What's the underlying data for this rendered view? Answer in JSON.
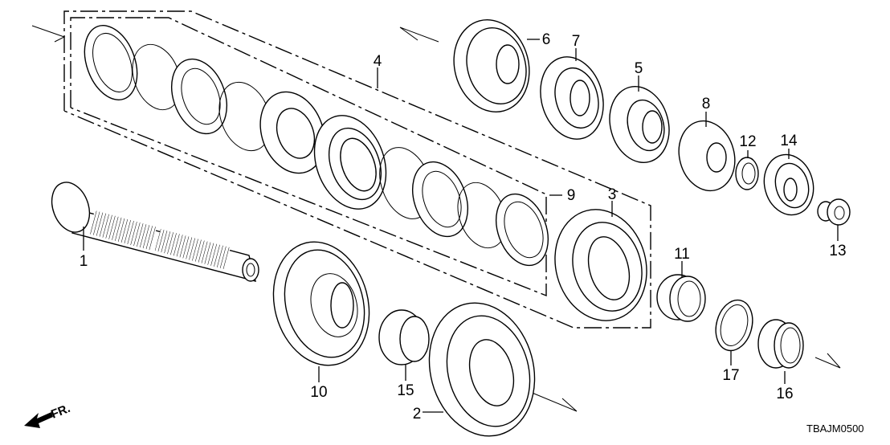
{
  "diagram": {
    "code": "TBAJM0500",
    "direction_label": "FR.",
    "callouts": [
      "1",
      "2",
      "3",
      "4",
      "5",
      "6",
      "7",
      "8",
      "9",
      "10",
      "11",
      "12",
      "13",
      "14",
      "15",
      "16",
      "17"
    ]
  }
}
